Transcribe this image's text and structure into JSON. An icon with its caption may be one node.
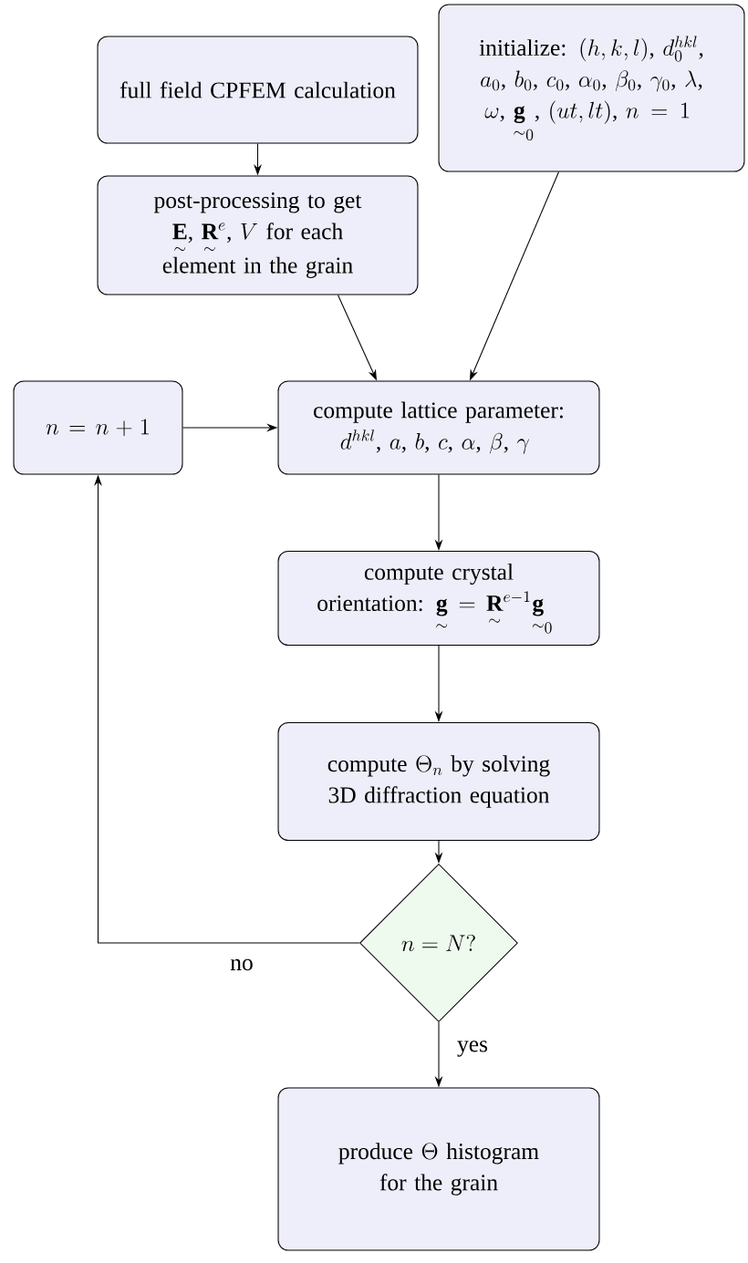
{
  "diagram": {
    "nodes": [
      {
        "text": [
          "full field CPFEM calculation"
        ]
      },
      {
        "text": [
          "{}$initialize: $(h,k,l)$, $d_0^{hkl}$, $a_0$, $b_0$, $c_0$, $\\alpha_0$, $\\beta_0$, $\\gamma_0$, $\\lambda$, $\\omega$, $\\underset{\\sim}{\\mathbf{g}}_0$, $(ut,lt)$, $n = 1$ ${}"
        ]
      },
      {
        "text": [
          "{}$post-processing to get $\\underset{\\sim}{\\mathbf{E}}$, $\\underset{\\sim}{\\mathbf{R}}^e$, $V$ for each element in the grain${}"
        ]
      },
      {
        "text": [
          "n = n + 1"
        ]
      },
      {
        "text": [
          "{}$compute lattice parameter: $d^{hkl}$, $a$, $b$, $c$, $\\alpha$, $\\beta$, $\\gamma$ ${}"
        ]
      },
      {
        "text": [
          "{}$compute crystal orientation: $\\underset{\\sim}{\\mathbf{g}} = \\underset{\\sim}{\\mathbf{R}}^{e-1}\\underset{\\sim}{\\mathbf{g}}_0$ ${}"
        ]
      },
      {
        "text": [
          "{}$compute $\\Theta_n$ by solving 3D diffraction equation${}"
        ]
      },
      {
        "text": [
          "n = N?"
        ]
      },
      {
        "text": [
          "{}$produce $\\Theta$ histogram for the grain${}"
        ]
      }
    ],
    "edges": [
      {
        "from": 0,
        "to": 2,
        "arrow": "to"
      },
      {
        "from": 2,
        "to": 4,
        "arrow": "to"
      },
      {
        "from": 1,
        "to": 4,
        "arrow": "to"
      },
      {
        "from": 3,
        "to": 4,
        "arrow": "to"
      },
      {
        "from": 4,
        "to": 5,
        "arrow": "to"
      },
      {
        "from": 5,
        "to": 6,
        "arrow": "to"
      },
      {
        "from": 6,
        "to": 7,
        "arrow": "to"
      },
      {
        "from": 7,
        "to": 3,
        "arrow": "to",
        "label": "no"
      },
      {
        "from": 7,
        "to": 8,
        "arrow": "to",
        "label": "yes"
      }
    ]
  }
}
